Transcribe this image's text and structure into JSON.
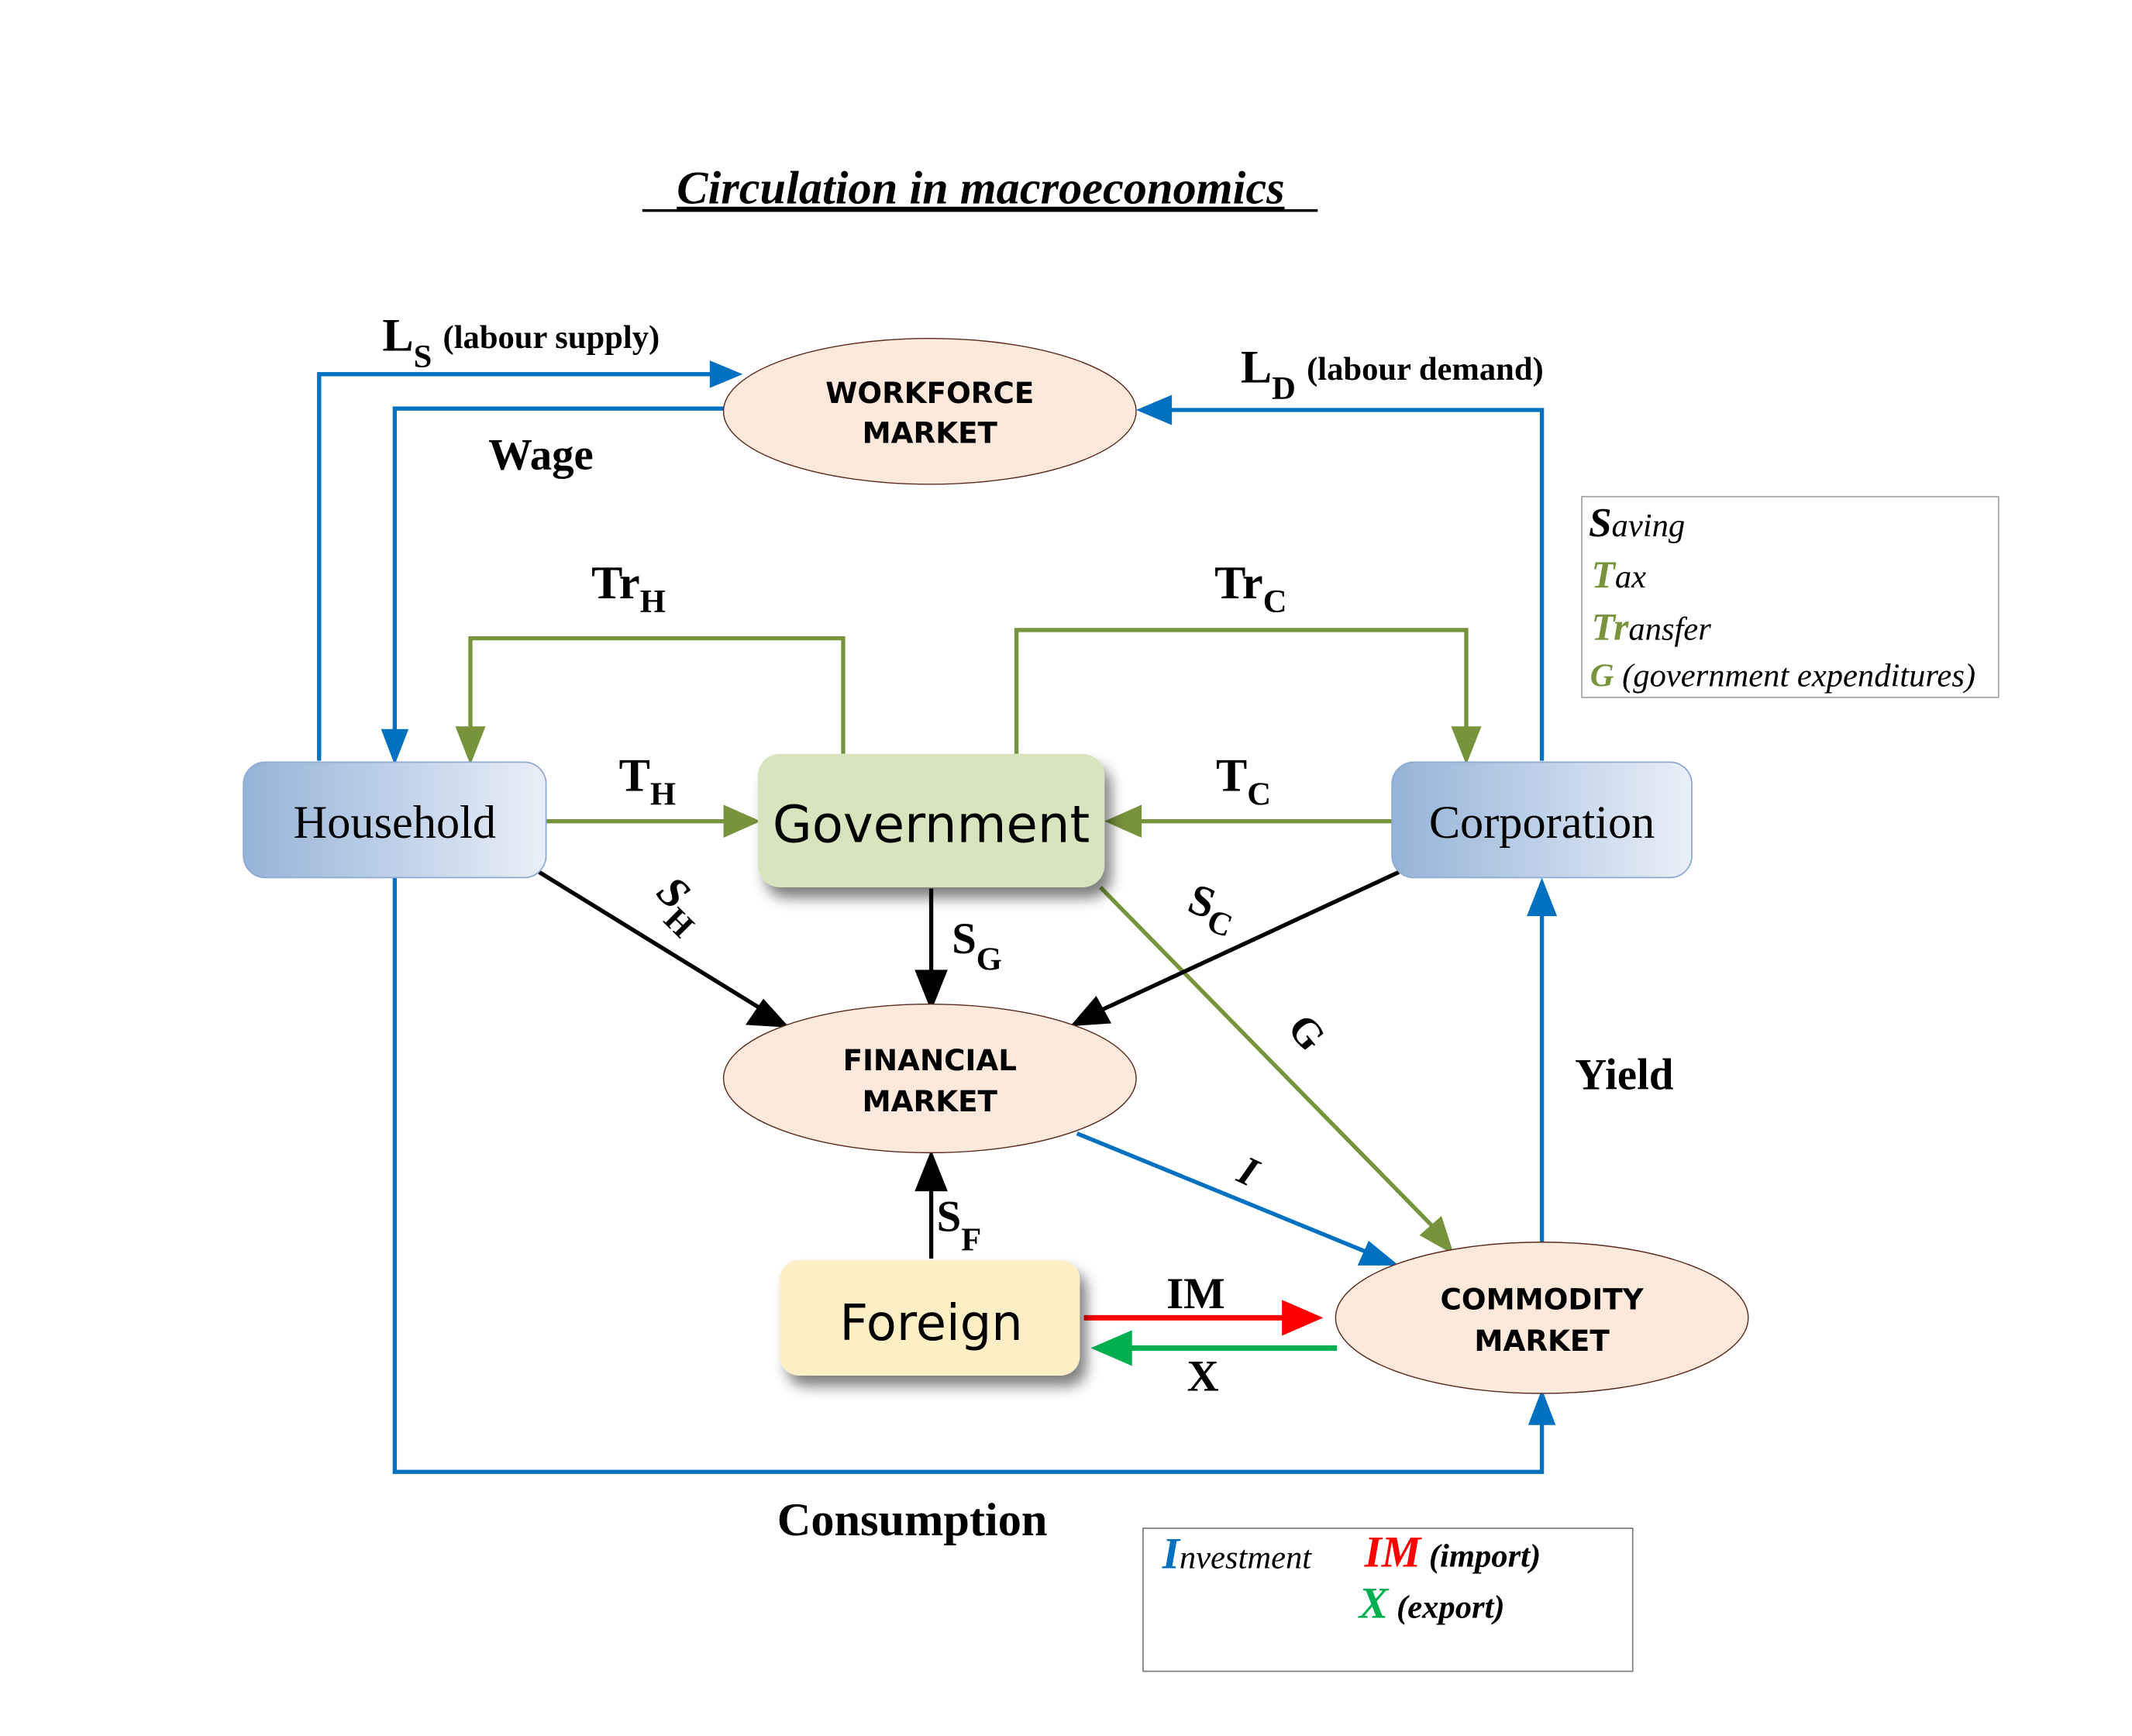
{
  "title": "Circulation in macroeconomics",
  "colors": {
    "flow_blue": "#0070c0",
    "gov_green": "#77933c",
    "saving_black": "#000000",
    "import_red": "#ff0000",
    "export_green": "#00b050",
    "market_fill": "#fce9dc",
    "market_stroke": "#5b2a1f",
    "household_gradient": [
      "#95b3d7",
      "#e9eff8"
    ],
    "government_fill": "#d7e4bd",
    "foreign_fill": "#fcefc5"
  },
  "nodes": {
    "household": "Household",
    "government": "Government",
    "corporation": "Corporation",
    "foreign": "Foreign",
    "workforce_market": [
      "WORKFORCE",
      "MARKET"
    ],
    "financial_market": [
      "FINANCIAL",
      "MARKET"
    ],
    "commodity_market": [
      "COMMODITY",
      "MARKET"
    ]
  },
  "flows": {
    "labour_supply": {
      "symbol": "L",
      "sub": "S",
      "text": "(labour supply)"
    },
    "labour_demand": {
      "symbol": "L",
      "sub": "D",
      "text": "(labour demand)"
    },
    "wage": "Wage",
    "transfer_household": {
      "symbol": "Tr",
      "sub": "H"
    },
    "transfer_corporation": {
      "symbol": "Tr",
      "sub": "C"
    },
    "tax_household": {
      "symbol": "T",
      "sub": "H"
    },
    "tax_corporation": {
      "symbol": "T",
      "sub": "C"
    },
    "saving_household": {
      "symbol": "S",
      "sub": "H"
    },
    "saving_government": {
      "symbol": "S",
      "sub": "G"
    },
    "saving_corporation": {
      "symbol": "S",
      "sub": "C"
    },
    "saving_foreign": {
      "symbol": "S",
      "sub": "F"
    },
    "government_expenditure": "G",
    "investment": "I",
    "yield": "Yield",
    "consumption": "Consumption",
    "import": "IM",
    "export": "X"
  },
  "legend_top": [
    {
      "initial": "S",
      "rest": "aving",
      "color": "#000000"
    },
    {
      "initial": "T",
      "rest": "ax",
      "color": "#77933c"
    },
    {
      "initial": "Tr",
      "rest": "ansfer",
      "color": "#77933c"
    },
    {
      "initial": "G",
      "rest": " (government expenditures)",
      "color": "#77933c"
    }
  ],
  "legend_bottom": [
    {
      "initial": "I",
      "rest": "nvestment",
      "color": "#0070c0"
    },
    {
      "initial": "IM",
      "rest": " (import)",
      "color": "#ff0000"
    },
    {
      "initial": "X",
      "rest": " (export)",
      "color": "#00b050"
    }
  ]
}
